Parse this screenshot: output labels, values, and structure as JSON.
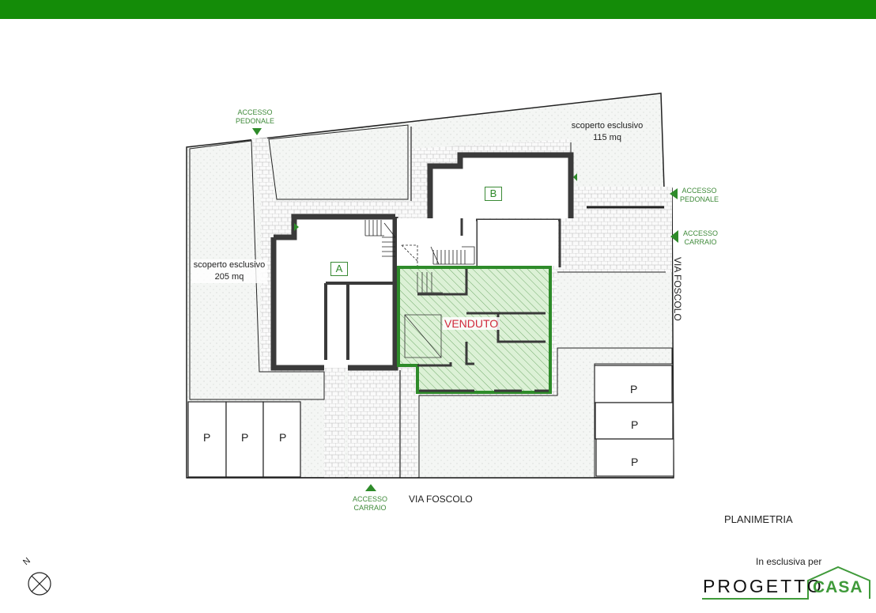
{
  "header": {
    "bar_color": "#148c08"
  },
  "plan": {
    "title": "PLANIMETRIA",
    "street_bottom": "VIA FOSCOLO",
    "street_right": "VIA FOSCOLO",
    "units": [
      {
        "id": "A",
        "label": "A"
      },
      {
        "id": "B",
        "label": "B"
      }
    ],
    "sold_label": "VENDUTO",
    "yards": [
      {
        "label": "scoperto esclusivo",
        "area": "205 mq"
      },
      {
        "label": "scoperto esclusivo",
        "area": "115 mq"
      }
    ],
    "accesses": {
      "top_pedestrian": {
        "line1": "ACCESSO",
        "line2": "PEDONALE"
      },
      "right_pedestrian": {
        "line1": "ACCESSO",
        "line2": "PEDONALE"
      },
      "right_vehicle": {
        "line1": "ACCESSO",
        "line2": "CARRAIO"
      },
      "bottom_vehicle": {
        "line1": "ACCESSO",
        "line2": "CARRAIO"
      }
    },
    "parking": [
      "P",
      "P",
      "P",
      "P",
      "P",
      "P"
    ],
    "compass": {
      "north": "N"
    },
    "colors": {
      "accent": "#2e8b2a",
      "sold_text": "#d0283a",
      "sold_fill": "#d8f0d2"
    }
  },
  "footer": {
    "exclusive_text": "In esclusiva per",
    "brand_left": "PROGETTO",
    "brand_right": "CASA"
  }
}
